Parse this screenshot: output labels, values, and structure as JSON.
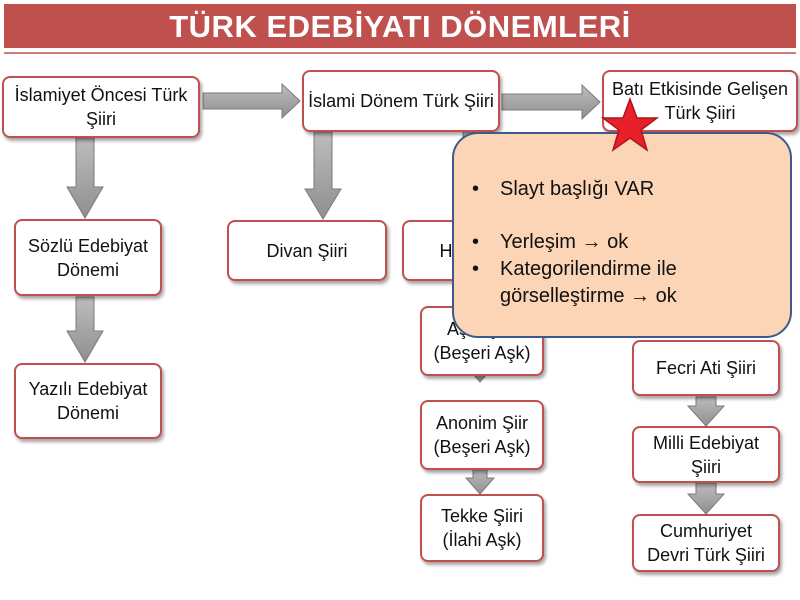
{
  "slide": {
    "title": "TÜRK EDEBİYATI DÖNEMLERİ"
  },
  "boxes": {
    "islamiyet_oncesi": "İslamiyet Öncesi Türk Şiiri",
    "islami_donem": "İslami Dönem Türk Şiiri",
    "bati_etkisinde": "Batı Etkisinde Gelişen Türk Şiiri",
    "sozlu": "Sözlü Edebiyat Dönemi",
    "yazili": "Yazılı Edebiyat Dönemi",
    "divan": "Divan Şiiri",
    "halk": "Halk Şiiri",
    "asik": "Aşık Şiiri (Beşeri Aşk)",
    "anonim": "Anonim Şiir (Beşeri Aşk)",
    "tekke": "Tekke Şiiri (İlahi Aşk)",
    "fecri_ati": "Fecri Ati Şiiri",
    "milli": "Milli Edebiyat Şiiri",
    "cumhuriyet": "Cumhuriyet Devri Türk Şiiri"
  },
  "callout": {
    "items": [
      "Slayt başlığı VAR",
      "Yerleşim → ok",
      "Kategorilendirme ile görselleştirme → ok"
    ]
  },
  "colors": {
    "title_bg": "#c0504d",
    "box_border": "#c0504d",
    "arrow_fill": "#a6a6a6",
    "callout_bg": "#fbd5b5",
    "callout_border": "#3d5a8c",
    "star": "#e8202a"
  }
}
